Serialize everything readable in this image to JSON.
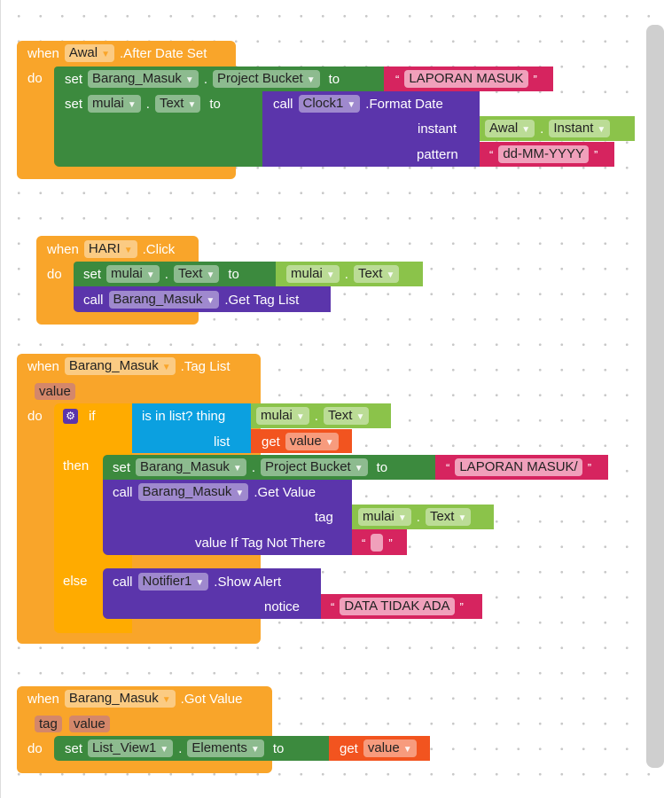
{
  "blocks": [
    {
      "when": "when",
      "component": "Awal",
      "event": ".After Date Set",
      "do": "do",
      "set1": {
        "set": "set",
        "component": "Barang_Masuk",
        "property": "Project Bucket",
        "to": "to",
        "value": "LAPORAN MASUK"
      },
      "set2": {
        "set": "set",
        "component": "mulai",
        "property": "Text",
        "to": "to",
        "call": "call",
        "callComponent": "Clock1",
        "method": ".Format Date",
        "arg1": "instant",
        "arg1Component": "Awal",
        "arg1Property": "Instant",
        "arg2": "pattern",
        "arg2Value": "dd-MM-YYYY"
      }
    },
    {
      "when": "when",
      "component": "HARI",
      "event": ".Click",
      "do": "do",
      "set1": {
        "set": "set",
        "component": "mulai",
        "property": "Text",
        "to": "to",
        "valueComponent": "mulai",
        "valueProperty": "Text"
      },
      "call": {
        "call": "call",
        "component": "Barang_Masuk",
        "method": ".Get Tag List"
      }
    },
    {
      "when": "when",
      "component": "Barang_Masuk",
      "event": ".Tag List",
      "param": "value",
      "do": "do",
      "if": "if",
      "then": "then",
      "else": "else",
      "cond": {
        "label": "is in list? thing",
        "thingComponent": "mulai",
        "thingProperty": "Text",
        "list": "list",
        "get": "get",
        "getVar": "value"
      },
      "thenSet": {
        "set": "set",
        "component": "Barang_Masuk",
        "property": "Project Bucket",
        "to": "to",
        "value": "LAPORAN MASUK/"
      },
      "thenCall": {
        "call": "call",
        "component": "Barang_Masuk",
        "method": ".Get Value",
        "tag": "tag",
        "tagComponent": "mulai",
        "tagProperty": "Text",
        "vitnt": "value If Tag Not There",
        "vitntValue": ""
      },
      "elseCall": {
        "call": "call",
        "component": "Notifier1",
        "method": ".Show Alert",
        "notice": "notice",
        "noticeValue": "DATA TIDAK ADA"
      }
    },
    {
      "when": "when",
      "component": "Barang_Masuk",
      "event": ".Got Value",
      "param1": "tag",
      "param2": "value",
      "do": "do",
      "set1": {
        "set": "set",
        "component": "List_View1",
        "property": "Elements",
        "to": "to",
        "get": "get",
        "getVar": "value"
      }
    }
  ],
  "icons": {
    "dropdown": "▼",
    "quote_open": "“",
    "quote_close": "”",
    "gear": "⚙",
    "dot": "."
  }
}
